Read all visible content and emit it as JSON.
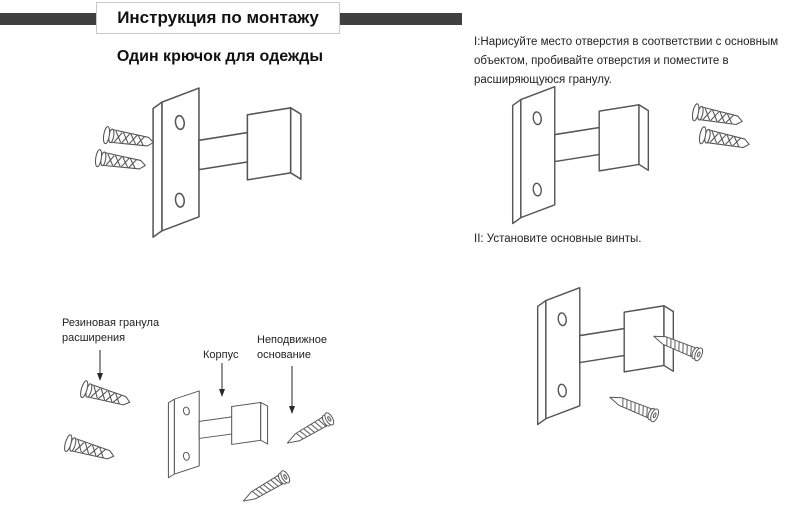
{
  "header": {
    "title": "Инструкция по монтажу"
  },
  "left": {
    "subtitle": "Один крючок для одежды",
    "labels": {
      "granule": "Резиновая гранула расширения",
      "body": "Корпус",
      "base": "Неподвижное основание"
    }
  },
  "right": {
    "step1": "I:Нарисуйте место отверстия в соответствии с основным объектом, пробивайте отверстия и поместите в расширяющуюся гранулу.",
    "step2": "II: Установите основные винты."
  },
  "icons": {
    "hook": "wall-hook-bracket-drawing",
    "anchor": "expansion-anchor-drawing",
    "screw": "screw-drawing"
  },
  "colors": {
    "header_bar": "#404040",
    "line_art": "#555555",
    "text": "#1a1a1a"
  }
}
